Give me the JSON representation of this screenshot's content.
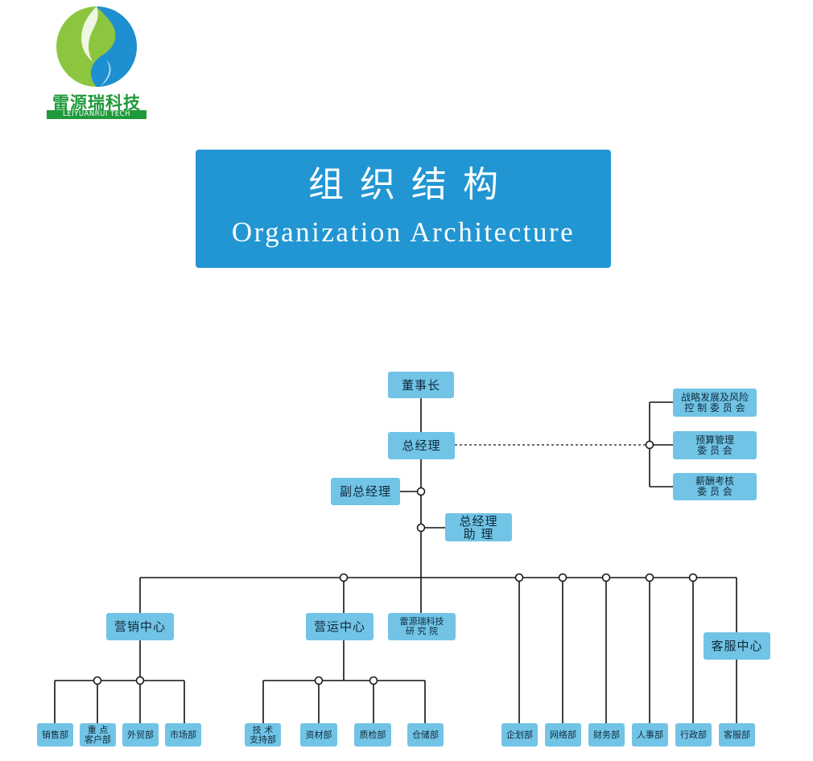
{
  "logo": {
    "name_cn": "雷源瑞科技",
    "name_en": "LEIYUANRUI TECH"
  },
  "banner": {
    "title_cn": "组织结构",
    "title_en": "Organization Architecture"
  },
  "org": {
    "chairman": "董事长",
    "general_manager": "总经理",
    "deputy_gm": "副总经理",
    "assistant_gm": "总经理\n助  理",
    "committees": [
      "战略发展及风险\n控 制 委 员 会",
      "预算管理\n委 员 会",
      "薪酬考核\n委 员 会"
    ],
    "marketing_center": "营销中心",
    "operations_center": "营运中心",
    "research_institute": "雷源瑞科技\n研  究  院",
    "customer_service_center": "客服中心",
    "marketing_depts": [
      "销售部",
      "重  点\n客户部",
      "外贸部",
      "市场部"
    ],
    "operations_depts": [
      "技  术\n支持部",
      "资材部",
      "质检部",
      "仓储部"
    ],
    "admin_depts": [
      "企划部",
      "网络部",
      "财务部",
      "人事部",
      "行政部"
    ],
    "customer_service_dept": "客服部"
  },
  "colors": {
    "box": "#71c4e6",
    "banner": "#2196d3",
    "brand_green": "#1f9a3a",
    "brand_blue": "#1e8fd0",
    "brand_lime": "#8cc63f"
  }
}
